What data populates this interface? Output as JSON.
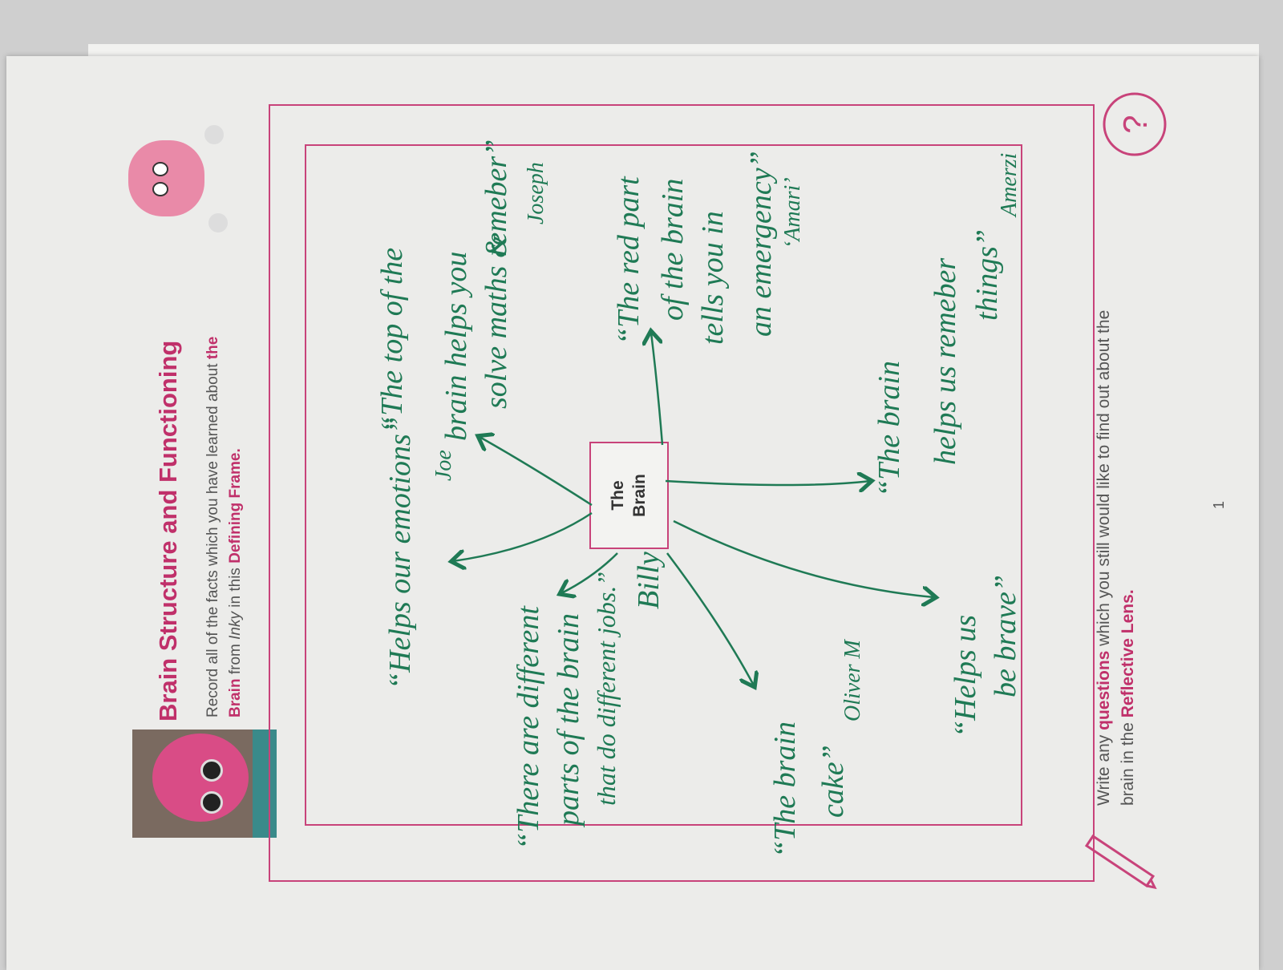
{
  "worksheet": {
    "title": "Brain Structure and Functioning",
    "instruction_line1_a": "Record all of the facts which you have learned about ",
    "instruction_line1_b": "the",
    "instruction_line2_a": "Brain",
    "instruction_line2_b": " from ",
    "instruction_line2_c": "Inky",
    "instruction_line2_d": " in this ",
    "instruction_line2_e": "Defining Frame.",
    "center_box_line1": "The",
    "center_box_line2": "Brain",
    "footer_line1_a": "Write any ",
    "footer_line1_b": "questions",
    "footer_line1_c": " which you still would like to find out about the",
    "footer_line2_a": "brain in the ",
    "footer_line2_b": "Reflective Lens.",
    "page_number": "1"
  },
  "notes": {
    "joe": [
      "“Helps our emotions”",
      "Joe"
    ],
    "billy": [
      "“There are different",
      "parts of the brain",
      "that do different jobs.”",
      "Billy"
    ],
    "joseph": [
      "“The top of the",
      "brain helps you",
      "solve maths &",
      "remeber”",
      "Joseph"
    ],
    "amari": [
      "“The red part",
      "of the brain",
      "tells you in",
      "an emergency”",
      "‘Amari’"
    ],
    "amerzi": [
      "“The brain",
      "helps us remeber",
      "things”",
      "Amerzi"
    ],
    "brave": [
      "“Helps us",
      "be brave”"
    ],
    "oliver": [
      "“The brain",
      "cake”",
      "Oliver M"
    ]
  },
  "colors": {
    "accent": "#c0306a",
    "ink": "#1f7a55",
    "frame": "#c8437a"
  },
  "icons": [
    "inky-character-image",
    "brain-mascot-icon",
    "pencil-icon",
    "question-bubble-icon"
  ]
}
